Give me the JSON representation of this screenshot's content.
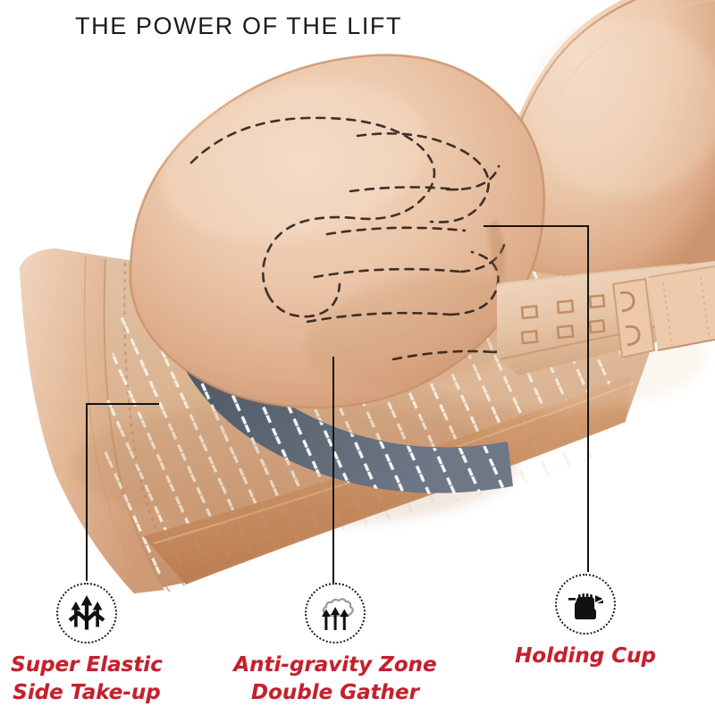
{
  "header": {
    "title": "THE POWER OF THE LIFT"
  },
  "colors": {
    "title_text": "#1b1b1b",
    "label_text": "#c4202f",
    "leader_line": "#141414",
    "band_dark": "#5b6472",
    "fabric_light": "#e8c6aa",
    "fabric_mid": "#dcab87",
    "fabric_shadow": "#c08258",
    "stripe_white": "#f6efe6",
    "background": "#ffffff"
  },
  "product": {
    "name": "strapless-push-up-bra",
    "parts": [
      {
        "name": "left-cup",
        "description": "molded cup with dashed contour lines"
      },
      {
        "name": "right-cup",
        "description": "molded cup upper right"
      },
      {
        "name": "anti-gravity-band",
        "description": "dark slate curved support band"
      },
      {
        "name": "side-wing",
        "description": "wide elastic side take-up wing"
      },
      {
        "name": "front-closure",
        "description": "hook and eye front closure"
      }
    ]
  },
  "features": [
    {
      "id": "super-elastic-side-take-up",
      "icon": "arrows-up-wave-icon",
      "line1": "Super Elastic",
      "line2": "Side Take-up"
    },
    {
      "id": "anti-gravity-zone-double-gather",
      "icon": "arrows-up-cloud-icon",
      "line1": "Anti-gravity Zone",
      "line2": "Double Gather"
    },
    {
      "id": "holding-cup",
      "icon": "fist-grip-icon",
      "line1": "Holding Cup",
      "line2": ""
    }
  ]
}
